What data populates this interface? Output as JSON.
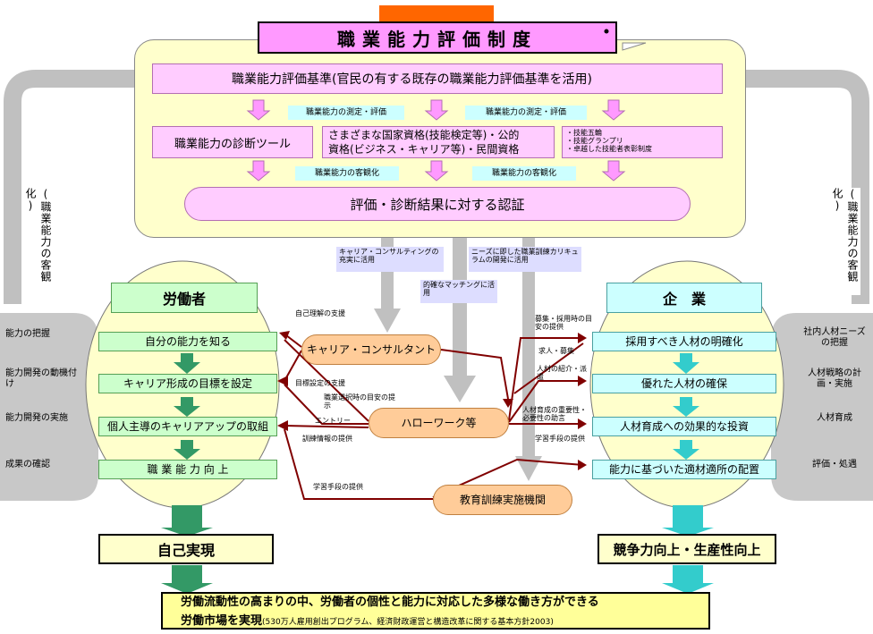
{
  "colors": {
    "system_bg": "#ffffcc",
    "pink": "#ffccff",
    "green_label": "#ccffcc",
    "cyan_label": "#ccffff",
    "arrow_gray": "#c0c0c0",
    "dark_red": "#800000",
    "orange_node": "#ffcc99",
    "lavender_note": "#ddddff"
  },
  "title": "職業能力評価制度",
  "standard": "職業能力評価基準(官民の有する既存の職業能力評価基準を活用)",
  "measure1": "職業能力の測定・評価",
  "measure2": "職業能力の測定・評価",
  "diagnostic_tool": "職業能力の診断ツール",
  "qualifications_line1": "さまざまな国家資格(技能検定等)・公的",
  "qualifications_line2": "資格(ビジネス・キャリア等)・民間資格",
  "awards": [
    "・技能五輪",
    "・技能グランプリ",
    "・卓越した技能者表彰制度"
  ],
  "objectify1": "職業能力の客観化",
  "objectify2": "職業能力の客観化",
  "certification": "評価・診断結果に対する認証",
  "side_left_vertical": "(職業能力の客観化)",
  "side_right_vertical": "(職業能力の客観化)",
  "note_career_consulting": "キャリア・コンサルティングの充実に活用",
  "note_training_curriculum": "ニーズに即した職業訓練カリキュラムの開発に活用",
  "note_matching": "的確なマッチングに活用",
  "worker": {
    "header": "労働者",
    "steps": [
      "自分の能力を知る",
      "キャリア形成の目標を設定",
      "個人主導のキャリアアップの取組",
      "職 業 能 力 向 上"
    ],
    "side": [
      "能力の把握",
      "能力開発の動機付け",
      "能力開発の実施",
      "成果の確認"
    ]
  },
  "company": {
    "header": "企　業",
    "steps": [
      "採用すべき人材の明確化",
      "優れた人材の確保",
      "人材育成への効果的な投資",
      "能力に基づいた適材適所の配置"
    ],
    "side": [
      "社内人材ニーズの把握",
      "人材戦略の計画・実施",
      "人材育成",
      "評価・処遇"
    ]
  },
  "nodes": {
    "career_consultant": "キャリア・コンサルタント",
    "hello_work": "ハローワーク等",
    "training_institution": "教育訓練実施機関"
  },
  "link_labels": {
    "self_understanding": "自己理解の支援",
    "goal_support": "目標設定の支援",
    "job_selection": "職業選択時の目安の提示",
    "entry": "エントリー",
    "training_info": "訓練情報の提供",
    "learning_means_worker": "学習手段の提供",
    "recruit_guide": "募集・採用時の目安の提供",
    "job_offer": "求人・募集",
    "introduction": "人材の紹介・派遣",
    "necessity": "人材育成の重要性・必要性の助言",
    "learning_means_company": "学習手段の提供"
  },
  "result_worker": "自己実現",
  "result_company": "競争力向上・生産性向上",
  "final_line1": "労働流動性の高まりの中、労働者の個性と能力に対応した多様な働き方ができる",
  "final_line2_main": "労働市場を実現",
  "final_line2_note": "(530万人雇用創出プログラム、経済財政運営と構造改革に関する基本方針2003)"
}
